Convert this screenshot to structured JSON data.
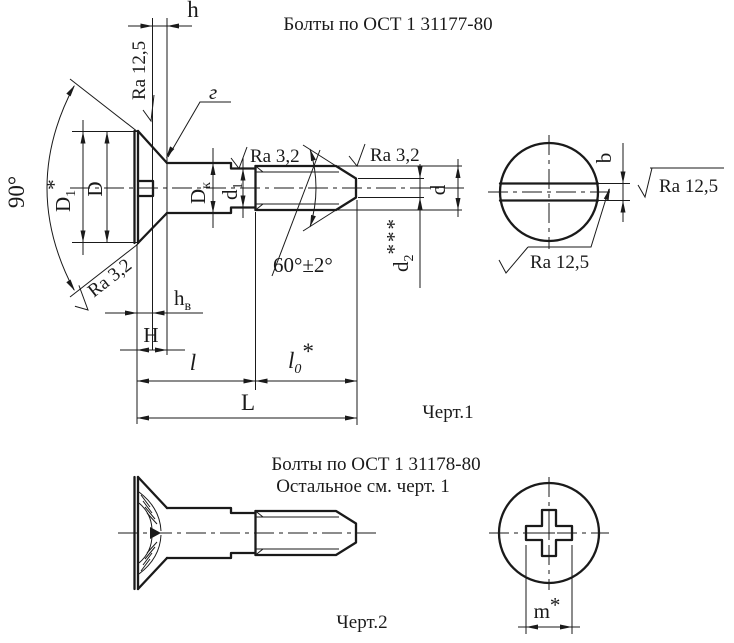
{
  "colors": {
    "ink": "#1a1a1a",
    "background": "#ffffff"
  },
  "figure1": {
    "title": "Болты по  ОСТ 1  31177-80",
    "caption": "Черт.1",
    "labels": {
      "h": "h",
      "ra125": "Ra 12,5",
      "ra125_head_top": "Ra 12,5",
      "ra125_head_bottom": "Ra 12,5",
      "r_fillet": "г",
      "ra32_shank": "Ra 3,2",
      "ra32_thread": "Ra 3,2",
      "ra32_cone": "Ra 3,2",
      "deg90": "90°",
      "deg60": "60°±2°",
      "D1_base": "D",
      "D1_sub": "1",
      "D1_sup": "*",
      "D": "D",
      "Dk_base": "D",
      "Dk_sub": "к",
      "d1_base": "d",
      "d1_sub": "1",
      "d": "d",
      "d2_base": "d",
      "d2_sub": "2",
      "d2_sup": "***",
      "b": "b",
      "hv_base": "h",
      "hv_sub": "в",
      "H": "H",
      "l": "l",
      "l0_base": "l",
      "l0_sub": "0",
      "l0_sup": "*",
      "L": "L"
    }
  },
  "figure2": {
    "title": "Болты по  ОСТ 1  31178-80",
    "subtitle": "Остальное см. черт. 1",
    "caption": "Черт.2",
    "labels": {
      "m_base": "m",
      "m_sup": "*"
    }
  }
}
